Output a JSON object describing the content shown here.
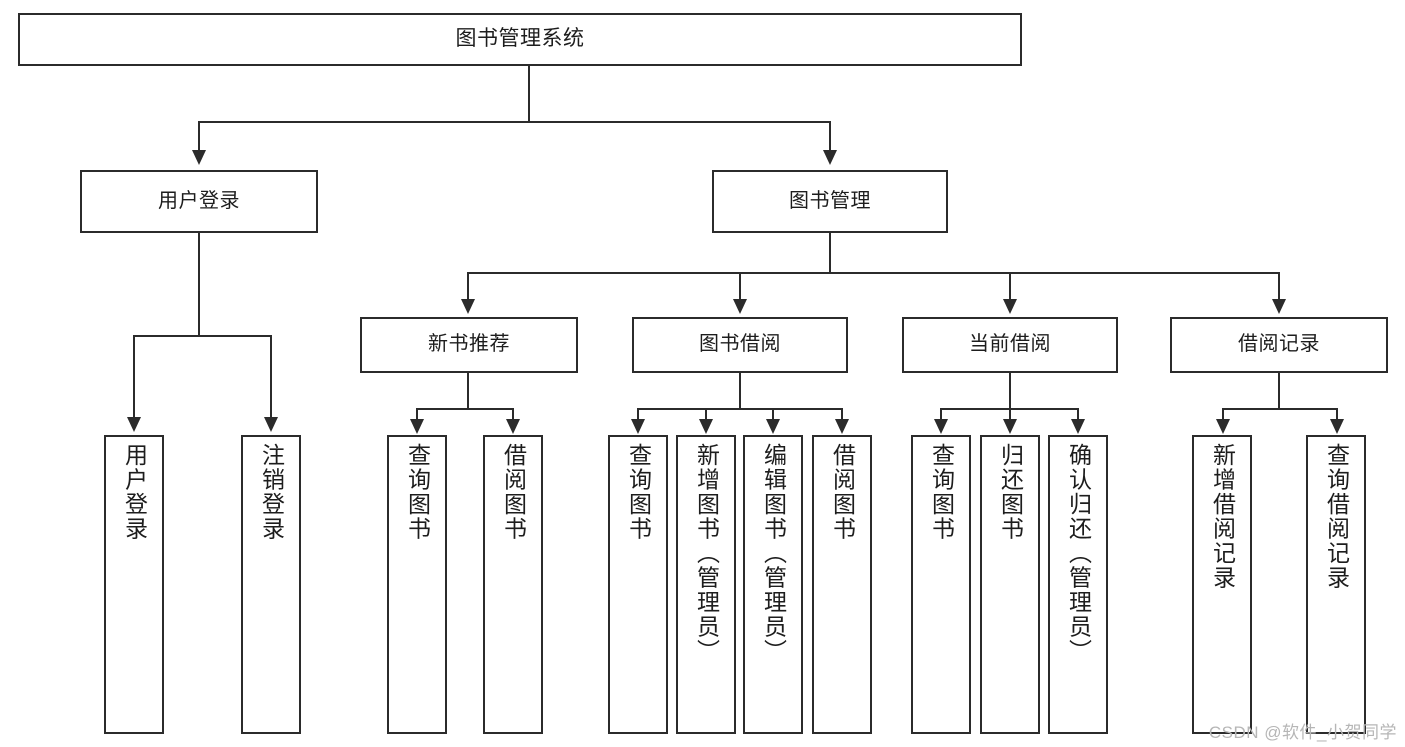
{
  "diagram": {
    "title": "图书管理系统",
    "type": "tree-hierarchy-diagram",
    "root": {
      "label": "图书管理系统"
    },
    "level2": [
      {
        "label": "用户登录"
      },
      {
        "label": "图书管理"
      }
    ],
    "level3": [
      {
        "label": "新书推荐"
      },
      {
        "label": "图书借阅"
      },
      {
        "label": "当前借阅"
      },
      {
        "label": "借阅记录"
      }
    ],
    "leaves": {
      "user_login": [
        {
          "label": "用户登录"
        },
        {
          "label": "注销登录"
        }
      ],
      "new_book_recommend": [
        {
          "label": "查询图书"
        },
        {
          "label": "借阅图书"
        }
      ],
      "book_borrow": [
        {
          "label": "查询图书"
        },
        {
          "label": "新增图书（管理员）"
        },
        {
          "label": "编辑图书（管理员）"
        },
        {
          "label": "借阅图书"
        }
      ],
      "current_borrow": [
        {
          "label": "查询图书"
        },
        {
          "label": "归还图书"
        },
        {
          "label": "确认归还（管理员）"
        }
      ],
      "borrow_record": [
        {
          "label": "新增借阅记录"
        },
        {
          "label": "查询借阅记录"
        }
      ]
    },
    "watermark": "CSDN @软件_小贺同学",
    "colors": {
      "stroke": "#2b2b2b",
      "text": "#1d1d1d",
      "background": "#ffffff",
      "watermark": "#b6b6b6"
    }
  }
}
